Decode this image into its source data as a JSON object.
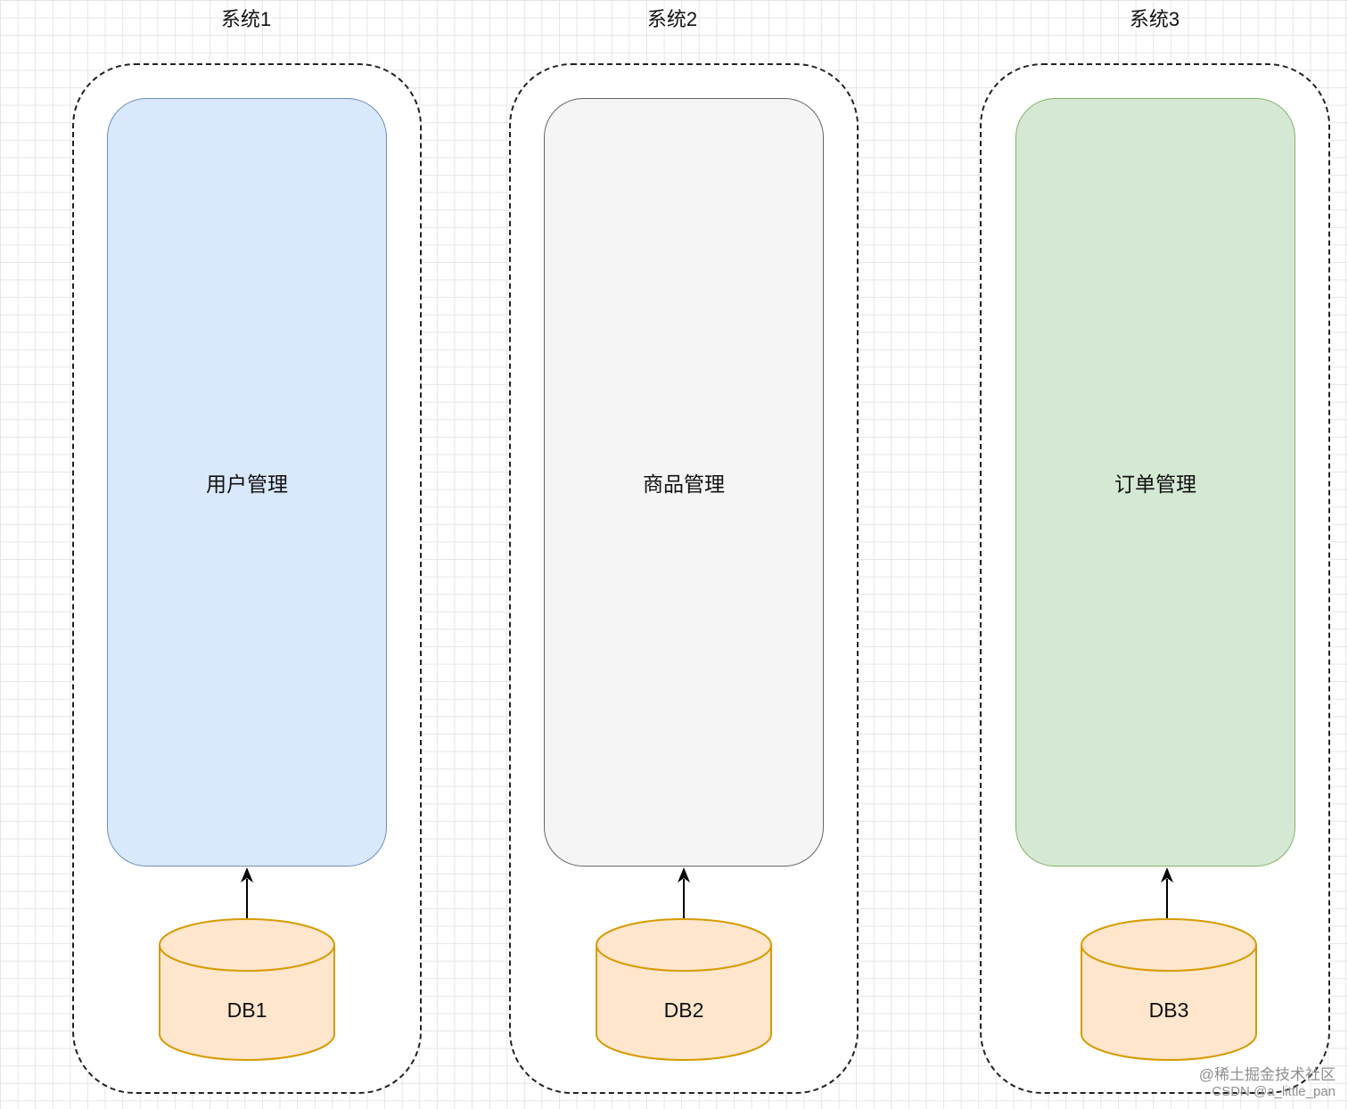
{
  "systems": [
    {
      "title": "系统1",
      "module": "用户管理",
      "db": "DB1",
      "fill": "#dae8fc",
      "stroke": "#6c8ebf"
    },
    {
      "title": "系统2",
      "module": "商品管理",
      "db": "DB2",
      "fill": "#f5f5f5",
      "stroke": "#666666"
    },
    {
      "title": "系统3",
      "module": "订单管理",
      "db": "DB3",
      "fill": "#d5e8d4",
      "stroke": "#82b366"
    }
  ],
  "db_style": {
    "fill": "#ffe6cc",
    "stroke": "#d79b00"
  },
  "watermark": {
    "line1": "@稀土掘金技术社区",
    "line2": "CSDN @a_little_pan"
  }
}
